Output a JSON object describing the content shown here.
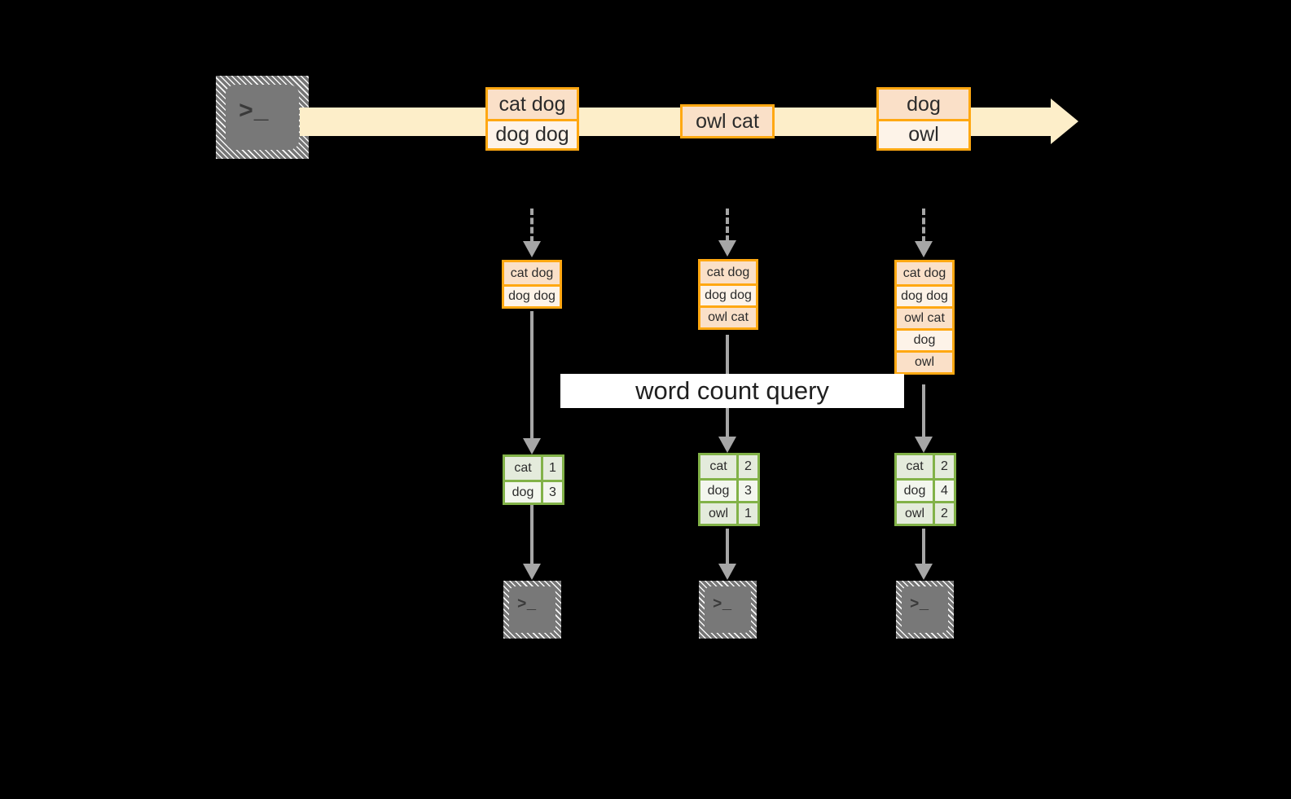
{
  "diagram": {
    "background_color": "#000000",
    "title_label": "word count query",
    "colors": {
      "stream_arrow": "#fdeec9",
      "event_border": "#ffa812",
      "event_fill_dark": "#fae0c8",
      "event_fill_light": "#fdf3e8",
      "table_border": "#82b248",
      "table_fill_dark": "#e4ebdc",
      "table_fill_light": "#f3f6ee",
      "connector": "#a6a6a6",
      "terminal_icon": "#787878",
      "label_background": "#ffffff"
    },
    "source": {
      "icon": "terminal-icon",
      "glyph": ">_"
    },
    "stream_events": [
      {
        "id": "event-group-1",
        "rows": [
          {
            "text": "cat dog",
            "shade": "dark"
          },
          {
            "text": "dog dog",
            "shade": "light"
          }
        ]
      },
      {
        "id": "event-group-2",
        "rows": [
          {
            "text": "owl cat",
            "shade": "dark"
          }
        ]
      },
      {
        "id": "event-group-3",
        "rows": [
          {
            "text": "dog",
            "shade": "dark"
          },
          {
            "text": "owl",
            "shade": "light"
          }
        ]
      }
    ],
    "snapshots": [
      {
        "id": "snapshot-1",
        "rows": [
          {
            "text": "cat dog",
            "shade": "dark"
          },
          {
            "text": "dog dog",
            "shade": "light"
          }
        ],
        "result": {
          "rows": [
            {
              "word": "cat",
              "count": "1",
              "shade": "dark"
            },
            {
              "word": "dog",
              "count": "3",
              "shade": "light"
            }
          ]
        },
        "sink": {
          "icon": "terminal-icon",
          "glyph": ">_"
        }
      },
      {
        "id": "snapshot-2",
        "rows": [
          {
            "text": "cat dog",
            "shade": "dark"
          },
          {
            "text": "dog dog",
            "shade": "light"
          },
          {
            "text": "owl cat",
            "shade": "dark"
          }
        ],
        "result": {
          "rows": [
            {
              "word": "cat",
              "count": "2",
              "shade": "dark"
            },
            {
              "word": "dog",
              "count": "3",
              "shade": "light"
            },
            {
              "word": "owl",
              "count": "1",
              "shade": "dark"
            }
          ]
        },
        "sink": {
          "icon": "terminal-icon",
          "glyph": ">_"
        }
      },
      {
        "id": "snapshot-3",
        "rows": [
          {
            "text": "cat dog",
            "shade": "dark"
          },
          {
            "text": "dog dog",
            "shade": "light"
          },
          {
            "text": "owl cat",
            "shade": "dark"
          },
          {
            "text": "dog",
            "shade": "light"
          },
          {
            "text": "owl",
            "shade": "dark"
          }
        ],
        "result": {
          "rows": [
            {
              "word": "cat",
              "count": "2",
              "shade": "dark"
            },
            {
              "word": "dog",
              "count": "4",
              "shade": "light"
            },
            {
              "word": "owl",
              "count": "2",
              "shade": "dark"
            }
          ]
        },
        "sink": {
          "icon": "terminal-icon",
          "glyph": ">_"
        }
      }
    ]
  }
}
